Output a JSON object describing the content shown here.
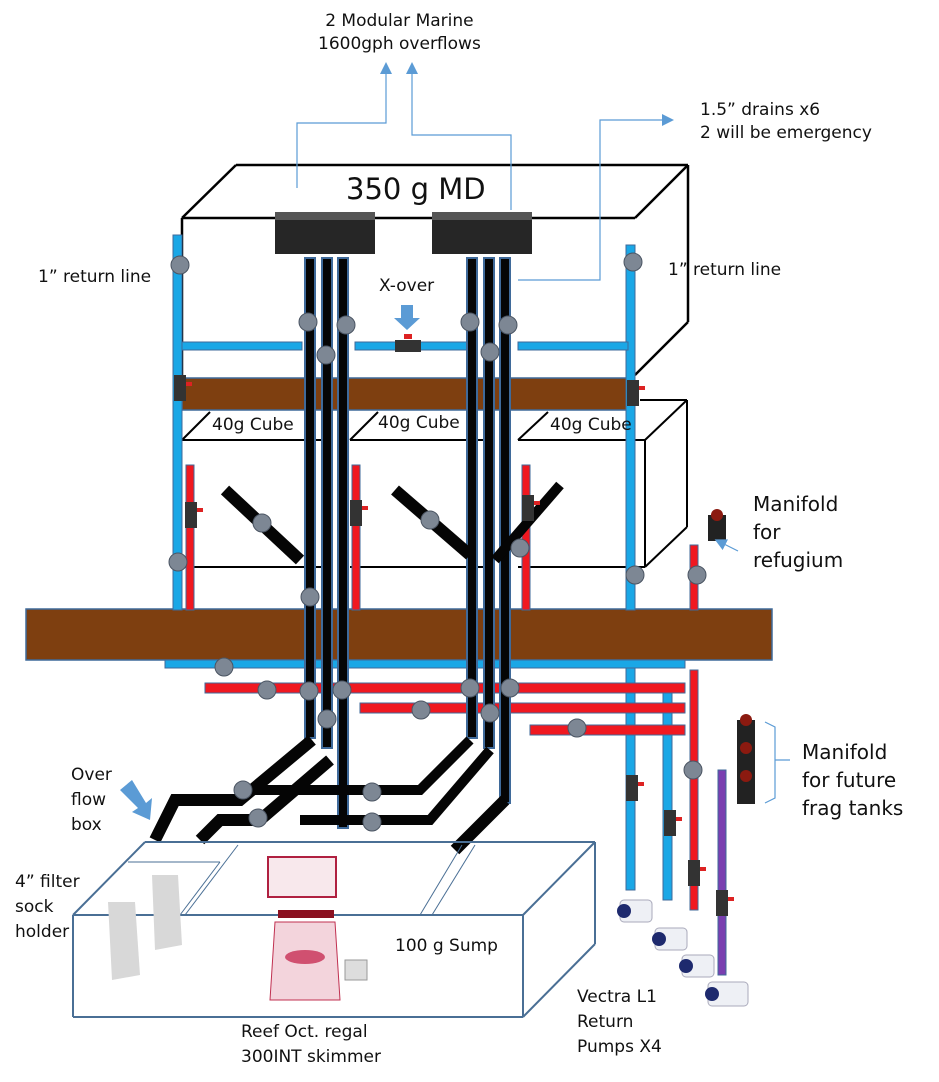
{
  "diagram": {
    "title": "350 g MD",
    "colors": {
      "return_line": "#1aa7e6",
      "drain_line": "#050505",
      "pipe_outline": "#3f6a9a",
      "red_line": "#f01820",
      "purple_line": "#7a3fb0",
      "shelf": "#7e3f10",
      "callout_arrow": "#5b9bd5",
      "sump_outline": "#4a6f95"
    },
    "labels": {
      "overflows": "2 Modular Marine\n1600gph overflows",
      "drains": "1.5” drains x6\n2 will be emergency",
      "return_left": "1” return line",
      "return_right": "1” return line",
      "xover": "X-over",
      "cube_1": "40g Cube",
      "cube_2": "40g Cube",
      "cube_3": "40g Cube",
      "manifold_refugium": "Manifold\nfor\nrefugium",
      "manifold_frag": "Manifold\nfor future\nfrag tanks",
      "overflow_box": "Over\nflow\nbox",
      "filter_sock": "4” filter\nsock\nholder",
      "sump": "100 g Sump",
      "skimmer": "Reef Oct. regal\n300INT skimmer",
      "pumps": "Vectra L1\nReturn\nPumps X4"
    },
    "components": [
      {
        "name": "Main display tank",
        "volume": "350 g"
      },
      {
        "name": "Modular Marine overflow",
        "count": 2,
        "rating": "1600gph"
      },
      {
        "name": "Drain line",
        "size": "1.5”",
        "count": 6,
        "emergency": 2
      },
      {
        "name": "Return line",
        "size": "1”",
        "count": 2
      },
      {
        "name": "40g Cube",
        "count": 3
      },
      {
        "name": "Sump",
        "volume": "100 g"
      },
      {
        "name": "Filter sock",
        "size": "4”",
        "count": 2
      },
      {
        "name": "Reef Octopus Regal 300INT skimmer",
        "count": 1
      },
      {
        "name": "Vectra L1 return pump",
        "count": 4
      }
    ]
  }
}
